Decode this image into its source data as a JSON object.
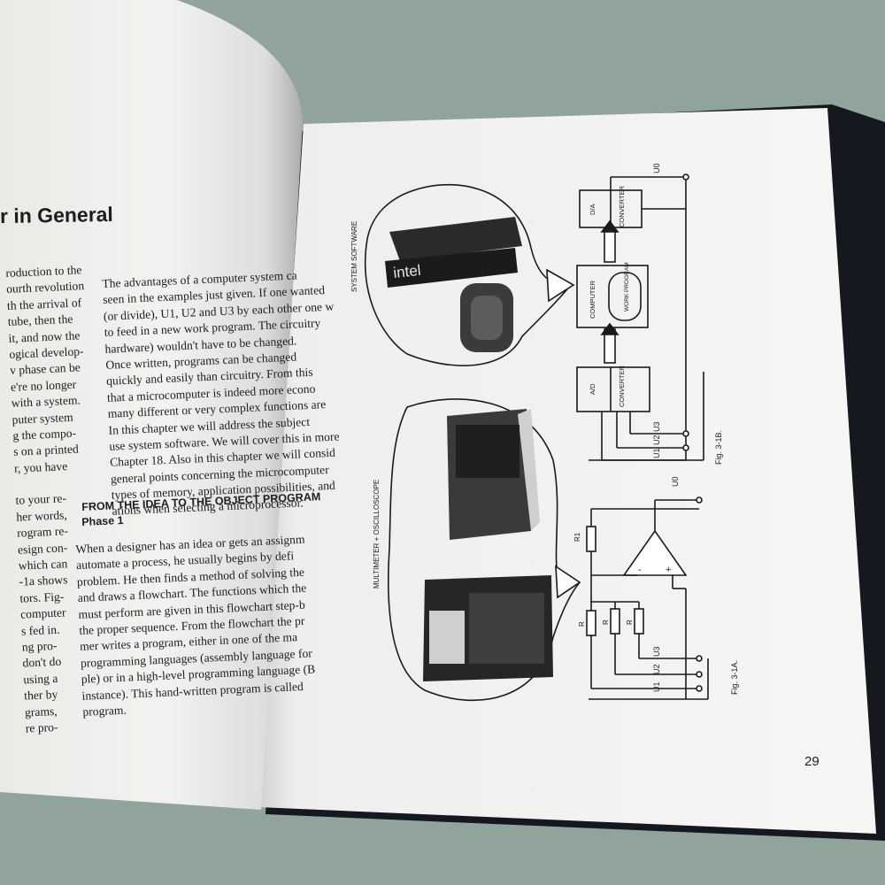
{
  "left_page": {
    "heading": "r in General",
    "col1_lines": [
      "roduction to the",
      "ourth revolution",
      "th the arrival of",
      "tube, then the",
      "it, and now the",
      "ogical develop-",
      "v phase can be",
      "e're no longer",
      "with a system.",
      "puter system",
      "g the compo-",
      "s on a printed",
      "r, you have",
      "",
      "to your re-",
      "her words,",
      "rogram re-",
      "esign con-",
      "which can",
      "-1a shows",
      "tors. Fig-",
      "computer",
      "s fed in.",
      "ng pro-",
      "don't do",
      "using a",
      "ther by",
      "grams,",
      "re pro-"
    ],
    "col2_para1": [
      "The advantages of a computer system ca",
      "seen in the examples just given. If one wanted",
      "(or divide), U1, U2 and U3 by each other one w",
      "to feed in a new work program. The circuitry",
      "hardware) wouldn't have to be changed.",
      "Once written, programs can be changed",
      "quickly and easily than circuitry. From this",
      "that a microcomputer is indeed more econo",
      "many different or very complex functions are",
      "In this chapter we will address the subject",
      "use system software. We will cover this in more",
      "Chapter 18. Also in this chapter we will consid",
      "general points concerning the microcomputer",
      "types of memory, application possibilities, and",
      "ations when selecting a microprocessor."
    ],
    "section_heading_1": "FROM THE IDEA TO THE OBJECT PROGRAM",
    "section_heading_2": "Phase 1",
    "col2_para2": [
      "When a designer has an idea or gets an assignm",
      "automate a process, he usually begins by defi",
      "problem. He then finds a method of solving the",
      "and draws a flowchart. The functions which the",
      "must perform are given in this flowchart step-b",
      "the proper sequence. From the flowchart the pr",
      "mer writes a program, either in one of the ma",
      "programming languages (assembly language for",
      "ple) or in a high-level programming language (B",
      "instance). This hand-written program is called",
      "program."
    ]
  },
  "right_page": {
    "page_number": "29",
    "label_system_software": "SYSTEM SOFTWARE",
    "label_multimeter": "MULTIMETER + OSCILLOSCOPE",
    "photo_intel_logo": "intel",
    "block_da": "D/A",
    "block_da_converter": "CONVERTER",
    "block_computer": "COMPUTER",
    "block_work_program": "WORK PROGRAM",
    "block_ad": "A/D",
    "block_ad_converter": "CONVERTER",
    "output_label": "U0",
    "input_labels": [
      "U1",
      "U2",
      "U3"
    ],
    "resistor_label": "R",
    "feedback_resistor_label": "R1",
    "opamp_minus": "-",
    "opamp_plus": "+",
    "fig_b": "Fig. 3-1B.",
    "fig_a": "Fig. 3-1A."
  }
}
